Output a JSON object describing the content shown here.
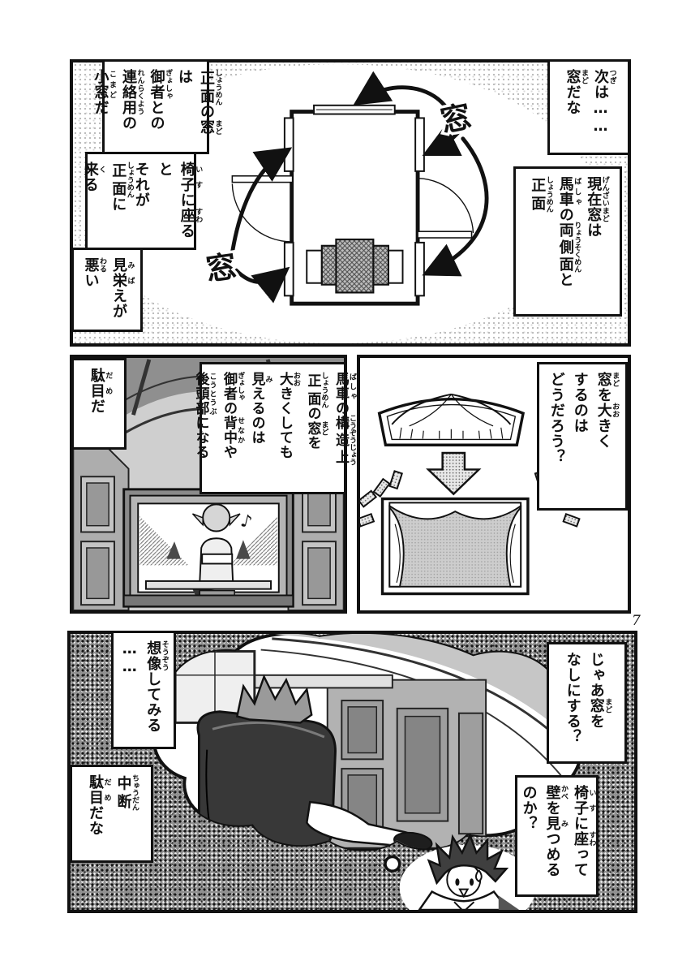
{
  "page": {
    "number": "7"
  },
  "colors": {
    "ink": "#111111",
    "paper": "#ffffff",
    "tone_light": "#d9d9d9",
    "tone_dark": "#909090"
  },
  "diagram": {
    "label_top": "窓",
    "label_bottom": "窓"
  },
  "art": {
    "note": "♪"
  },
  "captions": {
    "p1_next": {
      "lines": [
        [
          {
            "t": "次",
            "r": "つぎ"
          },
          {
            "t": "は……"
          }
        ],
        [
          {
            "t": "窓",
            "r": "まど"
          },
          {
            "t": "だな"
          }
        ]
      ]
    },
    "p1_current": {
      "lines": [
        [
          {
            "t": "現在",
            "r": "げんざい"
          },
          {
            "t": "窓",
            "r": "まど"
          },
          {
            "t": "は"
          }
        ],
        [
          {
            "t": "馬車",
            "r": "ばしゃ"
          },
          {
            "t": "の"
          },
          {
            "t": "両側面",
            "r": "りょうそくめん"
          },
          {
            "t": "と"
          }
        ],
        [
          {
            "t": "正面",
            "r": "しょうめん"
          }
        ]
      ]
    },
    "p1_front_small": {
      "lines": [
        [
          {
            "t": "正面",
            "r": "しょうめん"
          },
          {
            "t": "の"
          },
          {
            "t": "窓",
            "r": "まど"
          },
          {
            "t": "は"
          }
        ],
        [
          {
            "t": "御者",
            "r": "ぎょしゃ"
          },
          {
            "t": "との"
          }
        ],
        [
          {
            "t": "連絡用",
            "r": "れんらくよう"
          },
          {
            "t": "の"
          }
        ],
        [
          {
            "t": "小窓",
            "r": "こまど"
          },
          {
            "t": "だ"
          }
        ]
      ]
    },
    "p1_chair_front": {
      "lines": [
        [
          {
            "t": "椅子",
            "r": "いす"
          },
          {
            "t": "に"
          },
          {
            "t": "座",
            "r": "すわ"
          },
          {
            "t": "ると"
          }
        ],
        [
          {
            "t": "それが"
          },
          {
            "t": "正面",
            "r": "しょうめん"
          },
          {
            "t": "に"
          }
        ],
        [
          {
            "t": "来",
            "r": "く"
          },
          {
            "t": "る"
          }
        ]
      ]
    },
    "p1_mibae": {
      "lines": [
        [
          {
            "t": "見",
            "r": "み"
          },
          {
            "t": "栄",
            "r": "ば"
          },
          {
            "t": "えが"
          }
        ],
        [
          {
            "t": "悪",
            "r": "わる"
          },
          {
            "t": "い"
          }
        ]
      ]
    },
    "p2_dame": {
      "lines": [
        [
          {
            "t": "駄目",
            "r": "だめ"
          },
          {
            "t": "だ"
          }
        ]
      ]
    },
    "p2_structure": {
      "lines": [
        [
          {
            "t": "馬車",
            "r": "ばしゃ"
          },
          {
            "t": "の"
          },
          {
            "t": "構造上",
            "r": "こうぞうじょう"
          }
        ],
        [
          {
            "t": "正面",
            "r": "しょうめん"
          },
          {
            "t": "の"
          },
          {
            "t": "窓",
            "r": "まど"
          },
          {
            "t": "を"
          }
        ],
        [
          {
            "t": "大",
            "r": "おお"
          },
          {
            "t": "きくしても"
          }
        ],
        [
          {
            "t": "見",
            "r": "み"
          },
          {
            "t": "えるのは"
          }
        ],
        [
          {
            "t": "御者",
            "r": "ぎょしゃ"
          },
          {
            "t": "の"
          },
          {
            "t": "背中",
            "r": "せなか"
          },
          {
            "t": "や"
          }
        ],
        [
          {
            "t": "後頭部",
            "r": "こうとうぶ"
          },
          {
            "t": "になる"
          }
        ]
      ]
    },
    "p2_enlarge": {
      "lines": [
        [
          {
            "t": "窓",
            "r": "まど"
          },
          {
            "t": "を"
          },
          {
            "t": "大",
            "r": "おお"
          },
          {
            "t": "きく"
          }
        ],
        [
          {
            "t": "するのは"
          }
        ],
        [
          {
            "t": "どうだろう？"
          }
        ]
      ]
    },
    "p3_no_window": {
      "lines": [
        [
          {
            "t": "じゃあ"
          },
          {
            "t": "窓",
            "r": "まど"
          },
          {
            "t": "を"
          }
        ],
        [
          {
            "t": "なしにする？"
          }
        ]
      ]
    },
    "p3_stare_wall": {
      "lines": [
        [
          {
            "t": "椅子",
            "r": "いす"
          },
          {
            "t": "に"
          },
          {
            "t": "座",
            "r": "すわ"
          },
          {
            "t": "って"
          }
        ],
        [
          {
            "t": "壁",
            "r": "かべ"
          },
          {
            "t": "を"
          },
          {
            "t": "見",
            "r": "み"
          },
          {
            "t": "つめる"
          }
        ],
        [
          {
            "t": "のか？"
          }
        ]
      ]
    },
    "p3_imagine": {
      "lines": [
        [
          {
            "t": "想像",
            "r": "そうぞう"
          },
          {
            "t": "してみる"
          }
        ],
        [
          {
            "t": "……"
          }
        ]
      ]
    },
    "p3_interrupt": {
      "lines": [
        [
          {
            "t": "中断",
            "r": "ちゅうだん"
          }
        ],
        [
          {
            "t": "駄目",
            "r": "だめ"
          },
          {
            "t": "だな"
          }
        ]
      ]
    }
  }
}
